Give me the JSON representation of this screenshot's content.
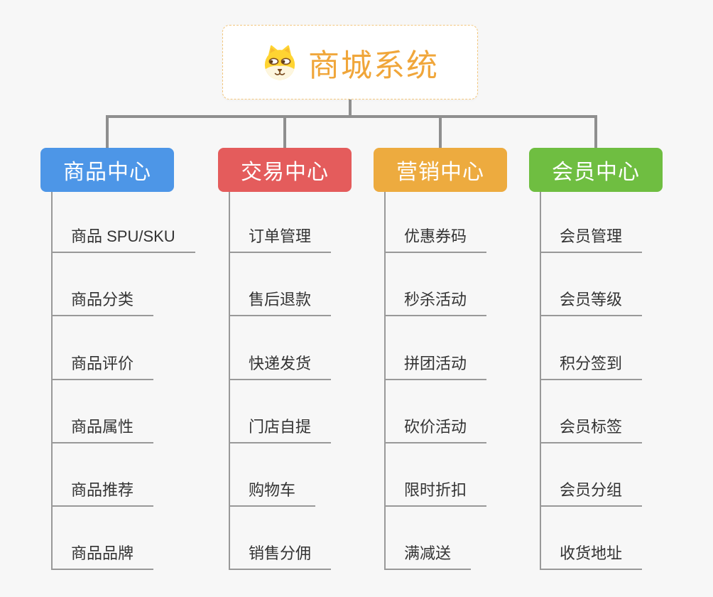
{
  "root": {
    "title": "商城系统",
    "icon": "dog-icon",
    "title_color": "#f0a63a",
    "border_color": "#f3c77e"
  },
  "branches": [
    {
      "label": "商品中心",
      "color": "#4d96e7",
      "children": [
        "商品 SPU/SKU",
        "商品分类",
        "商品评价",
        "商品属性",
        "商品推荐",
        "商品品牌"
      ]
    },
    {
      "label": "交易中心",
      "color": "#e45c5c",
      "children": [
        "订单管理",
        "售后退款",
        "快递发货",
        "门店自提",
        "购物车",
        "销售分佣"
      ]
    },
    {
      "label": "营销中心",
      "color": "#edab3f",
      "children": [
        "优惠券码",
        "秒杀活动",
        "拼团活动",
        "砍价活动",
        "限时折扣",
        "满减送"
      ]
    },
    {
      "label": "会员中心",
      "color": "#6fbe41",
      "children": [
        "会员管理",
        "会员等级",
        "积分签到",
        "会员标签",
        "会员分组",
        "收货地址"
      ]
    }
  ],
  "colors": {
    "background": "#f7f7f7",
    "connector": "#8f8f8f",
    "leaf_line": "#999999",
    "leaf_text": "#333333"
  }
}
